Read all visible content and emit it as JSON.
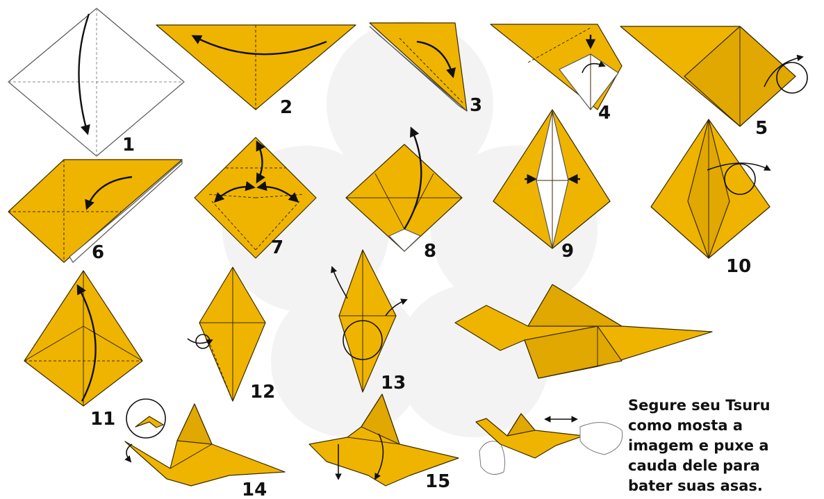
{
  "steps": [
    "1",
    "2",
    "3",
    "4",
    "5",
    "6",
    "7",
    "8",
    "9",
    "10",
    "11",
    "12",
    "13",
    "14",
    "15"
  ],
  "caption": "Segure seu Tsuru\ncomo mosta a\nimagem e puxe a\ncauda dele para\nbater suas asas.",
  "colors": {
    "paper": "#EFB400",
    "paper_shade": "#E0A800",
    "ink": "#111111",
    "watermark": "#F2F2F2"
  }
}
